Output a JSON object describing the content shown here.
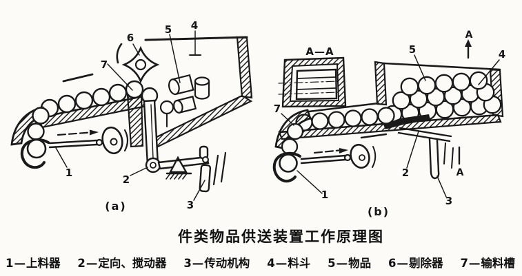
{
  "figure": {
    "caption": "件类物品供送装置工作原理图",
    "panel_a": {
      "tag": "(a)",
      "part_labels": {
        "p1": "1",
        "p2": "2",
        "p3": "3",
        "p4": "4",
        "p5": "5",
        "p6": "6",
        "p7": "7"
      }
    },
    "panel_b": {
      "tag": "(b)",
      "section_title": "A—A",
      "section_arrow_top": "A",
      "section_arrow_bottom": "A",
      "part_labels": {
        "p1": "1",
        "p2": "2",
        "p3": "3",
        "p4": "4",
        "p5": "5",
        "p7": "7"
      }
    },
    "legend": {
      "dash": "—",
      "items": [
        {
          "num": "1",
          "name": "上料器"
        },
        {
          "num": "2",
          "name": "定向、搅动器"
        },
        {
          "num": "3",
          "name": "传动机构"
        },
        {
          "num": "4",
          "name": "料斗"
        },
        {
          "num": "5",
          "name": "物品"
        },
        {
          "num": "6",
          "name": "剔除器"
        },
        {
          "num": "7",
          "name": "输料槽"
        }
      ]
    },
    "ink_color": "#1a1a1a"
  }
}
